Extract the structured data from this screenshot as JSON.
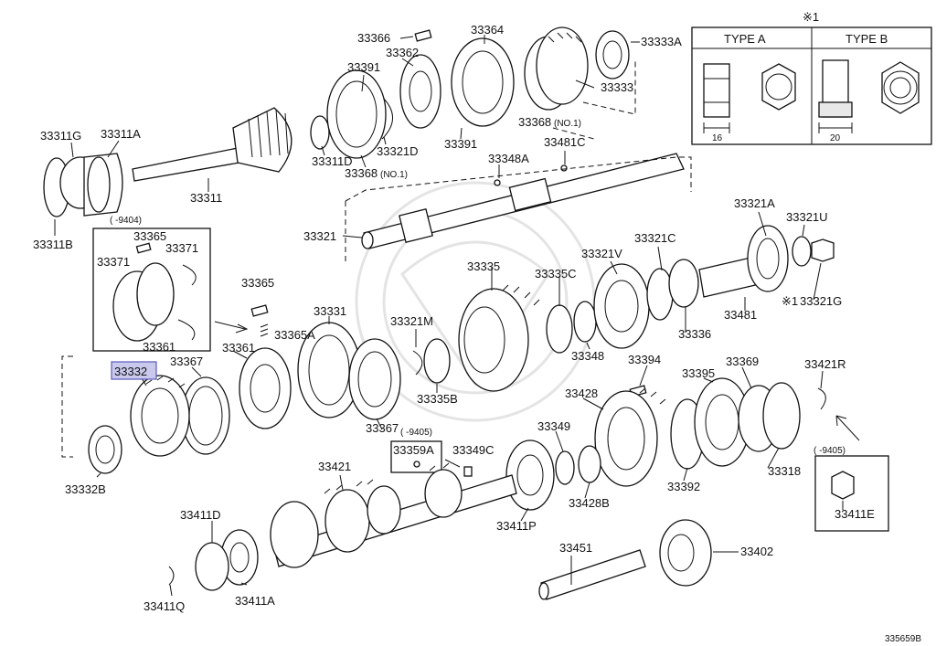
{
  "diagram": {
    "drawing_number": "335659B",
    "highlighted_part": "33332",
    "type_table": {
      "marker": "※1",
      "type_a_label": "TYPE  A",
      "type_b_label": "TYPE  B",
      "dim_a": "16",
      "dim_b": "20"
    },
    "date_notes": {
      "note_9404": "(      -9404)",
      "note_9405_top": "(      -9405)",
      "note_9405_right": "(      -9405)"
    },
    "parts": {
      "p33366": "33366",
      "p33364": "33364",
      "p33333A": "33333A",
      "p33362": "33362",
      "p33391_top": "33391",
      "p33333": "33333",
      "p33311G": "33311G",
      "p33311A": "33311A",
      "p33311D": "33311D",
      "p33321D": "33321D",
      "p33391_mid": "33391",
      "p33368_top": "33368",
      "p33368_top_note": "(NO.1)",
      "p33368_mid": "33368",
      "p33368_mid_note": "(NO.1)",
      "p33348A": "33348A",
      "p33481C": "33481C",
      "p33311": "33311",
      "p33311B": "33311B",
      "p33321": "33321",
      "p33365_box": "33365",
      "p33371_left": "33371",
      "p33371_right": "33371",
      "p33361_box": "33361",
      "p33365": "33365",
      "p33365A": "33365A",
      "p33331": "33331",
      "p33321M": "33321M",
      "p33335": "33335",
      "p33335C": "33335C",
      "p33321V": "33321V",
      "p33321C": "33321C",
      "p33321A": "33321A",
      "p33321U": "33321U",
      "p33321G": "33321G",
      "p33321G_marker": "※1",
      "p33481": "33481",
      "p33336": "33336",
      "p33348": "33348",
      "p33332": "33332",
      "p33367_top": "33367",
      "p33361": "33361",
      "p33335B": "33335B",
      "p33367_bottom": "33367",
      "p33394": "33394",
      "p33395": "33395",
      "p33369": "33369",
      "p33421R": "33421R",
      "p33428": "33428",
      "p33349": "33349",
      "p33359A": "33359A",
      "p33349C": "33349C",
      "p33332B": "33332B",
      "p33392": "33392",
      "p33318": "33318",
      "p33428B": "33428B",
      "p33421": "33421",
      "p33411P": "33411P",
      "p33411E": "33411E",
      "p33411D": "33411D",
      "p33451": "33451",
      "p33402": "33402",
      "p33411A": "33411A",
      "p33411Q": "33411Q"
    }
  }
}
